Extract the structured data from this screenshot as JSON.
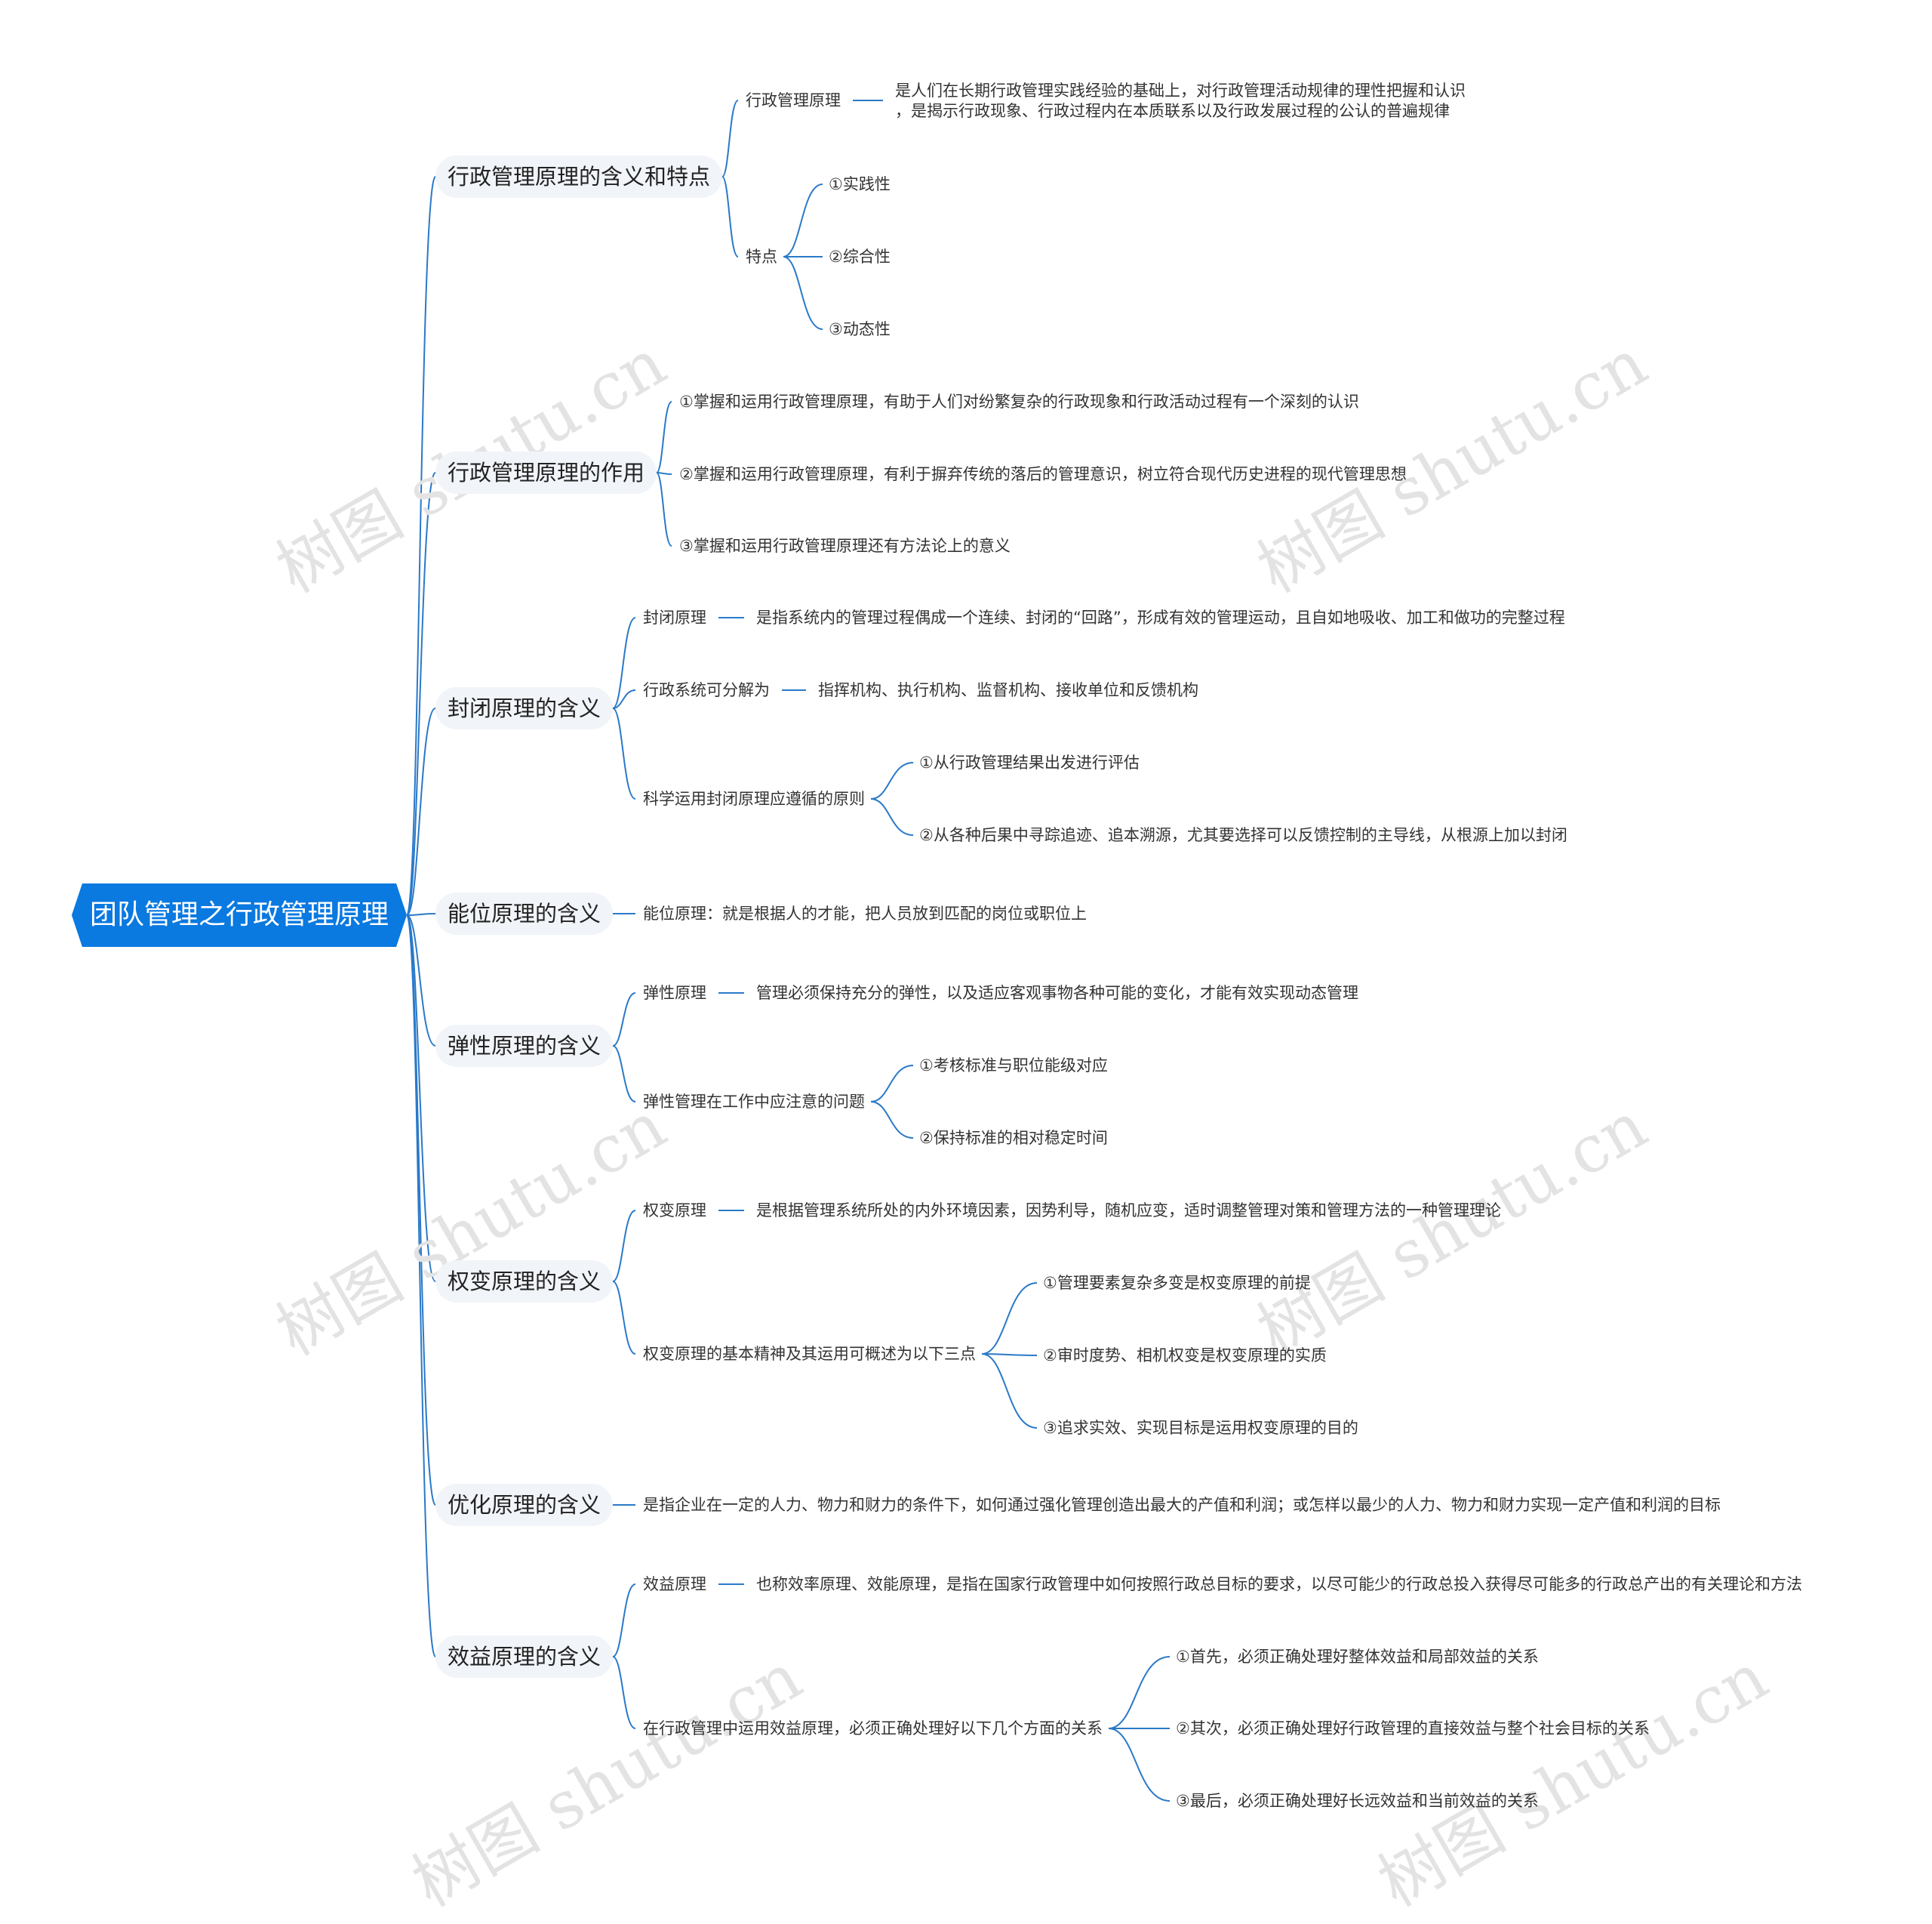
{
  "root": "团队管理之行政管理原理",
  "watermark": "树图 shutu.cn",
  "colors": {
    "accent": "#0a79e0",
    "link": "#2a79c8"
  },
  "branches": [
    {
      "label": "行政管理原理的含义和特点",
      "children": [
        {
          "label": "行政管理原理",
          "children": [
            {
              "label": "是人们在长期行政管理实践经验的基础上，对行政管理活动规律的理性把握和认识",
              "label2": "，是揭示行政现象、行政过程内在本质联系以及行政发展过程的公认的普遍规律"
            }
          ]
        },
        {
          "label": "特点",
          "children": [
            {
              "label": "①实践性"
            },
            {
              "label": "②综合性"
            },
            {
              "label": "③动态性"
            }
          ]
        }
      ]
    },
    {
      "label": "行政管理原理的作用",
      "children": [
        {
          "label": "①掌握和运用行政管理原理，有助于人们对纷繁复杂的行政现象和行政活动过程有一个深刻的认识"
        },
        {
          "label": "②掌握和运用行政管理原理，有利于摒弃传统的落后的管理意识，树立符合现代历史进程的现代管理思想"
        },
        {
          "label": "③掌握和运用行政管理原理还有方法论上的意义"
        }
      ]
    },
    {
      "label": "封闭原理的含义",
      "children": [
        {
          "label": "封闭原理",
          "children": [
            {
              "label": "是指系统内的管理过程偶成一个连续、封闭的“回路”，形成有效的管理运动，且自如地吸收、加工和做功的完整过程"
            }
          ]
        },
        {
          "label": "行政系统可分解为",
          "children": [
            {
              "label": "指挥机构、执行机构、监督机构、接收单位和反馈机构"
            }
          ]
        },
        {
          "label": "科学运用封闭原理应遵循的原则",
          "children": [
            {
              "label": "①从行政管理结果出发进行评估"
            },
            {
              "label": "②从各种后果中寻踪追迹、追本溯源，尤其要选择可以反馈控制的主导线，从根源上加以封闭"
            }
          ]
        }
      ]
    },
    {
      "label": "能位原理的含义",
      "children": [
        {
          "label": "能位原理：就是根据人的才能，把人员放到匹配的岗位或职位上"
        }
      ]
    },
    {
      "label": "弹性原理的含义",
      "children": [
        {
          "label": "弹性原理",
          "children": [
            {
              "label": "管理必须保持充分的弹性，以及适应客观事物各种可能的变化，才能有效实现动态管理"
            }
          ]
        },
        {
          "label": "弹性管理在工作中应注意的问题",
          "children": [
            {
              "label": "①考核标准与职位能级对应"
            },
            {
              "label": "②保持标准的相对稳定时间"
            }
          ]
        }
      ]
    },
    {
      "label": "权变原理的含义",
      "children": [
        {
          "label": "权变原理",
          "children": [
            {
              "label": "是根据管理系统所处的内外环境因素，因势利导，随机应变，适时调整管理对策和管理方法的一种管理理论"
            }
          ]
        },
        {
          "label": "权变原理的基本精神及其运用可概述为以下三点",
          "children": [
            {
              "label": "①管理要素复杂多变是权变原理的前提"
            },
            {
              "label": "②审时度势、相机权变是权变原理的实质"
            },
            {
              "label": "③追求实效、实现目标是运用权变原理的目的"
            }
          ]
        }
      ]
    },
    {
      "label": "优化原理的含义",
      "children": [
        {
          "label": "是指企业在一定的人力、物力和财力的条件下，如何通过强化管理创造出最大的产值和利润；或怎样以最少的人力、物力和财力实现一定产值和利润的目标"
        }
      ]
    },
    {
      "label": "效益原理的含义",
      "children": [
        {
          "label": "效益原理",
          "children": [
            {
              "label": "也称效率原理、效能原理，是指在国家行政管理中如何按照行政总目标的要求，以尽可能少的行政总投入获得尽可能多的行政总产出的有关理论和方法"
            }
          ]
        },
        {
          "label": "在行政管理中运用效益原理，必须正确处理好以下几个方面的关系",
          "children": [
            {
              "label": "①首先，必须正确处理好整体效益和局部效益的关系"
            },
            {
              "label": "②其次，必须正确处理好行政管理的直接效益与整个社会目标的关系"
            },
            {
              "label": "③最后，必须正确处理好长远效益和当前效益的关系"
            }
          ]
        }
      ]
    }
  ]
}
